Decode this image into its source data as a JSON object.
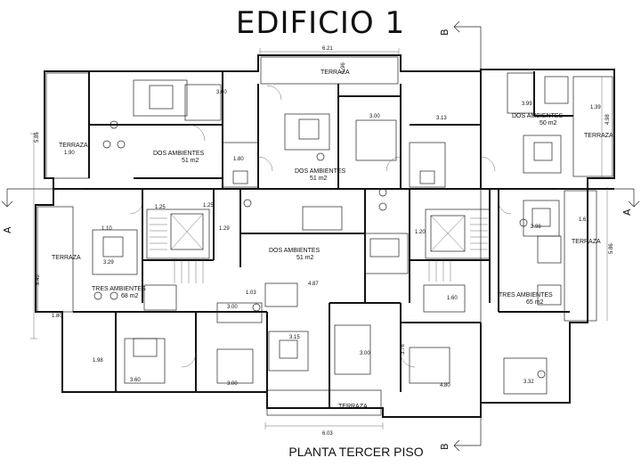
{
  "title": "EDIFICIO 1",
  "subtitle": "PLANTA TERCER PISO",
  "sections": {
    "a_left": "A",
    "a_right": "A",
    "b_top": "B",
    "b_bottom": "B"
  },
  "rooms": {
    "terraza_top": "TERRAZA",
    "terraza_left_top": "TERRAZA",
    "terraza_left_mid": "TERRAZA",
    "terraza_right_top": "TERRAZA",
    "terraza_right_mid": "TERRAZA",
    "terraza_bottom": "TERRAZA",
    "dos_amb_1": "DOS AMBIENTES",
    "dos_amb_1_area": "51 m2",
    "dos_amb_2": "DOS AMBIENTES",
    "dos_amb_2_area": "51 m2",
    "dos_amb_3": "DOS AMBIENTES",
    "dos_amb_3_area": "51 m2",
    "dos_amb_4": "DOS AMBIENTES",
    "dos_amb_4_area": "50 m2",
    "tres_amb_1": "TRES AMBIENTES",
    "tres_amb_1_area": "68 m2",
    "tres_amb_2": "TRES AMBIENTES",
    "tres_amb_2_area": "65 m2"
  },
  "dims": {
    "d621": "6.21",
    "d603": "6.03",
    "d360a": "3.60",
    "d360b": "3.60",
    "d300a": "3.00",
    "d300b": "3.00",
    "d300c": "3.00",
    "d300d": "3.00",
    "d313": "3.13",
    "d399": "3.99",
    "d190": "1.90",
    "d180a": "1.80",
    "d180b": "1.80",
    "d198": "1.98",
    "d487": "4.87",
    "d480": "4.80",
    "d315": "3.15",
    "d332": "3.32",
    "d125a": "1.25",
    "d125b": "1.25",
    "d129": "1.29",
    "d120": "1.20",
    "d161": "1.61",
    "d139": "1.39",
    "d103": "1.03",
    "d196": "1.96",
    "d585": "5.85",
    "d549": "5.49",
    "d586": "5.86",
    "d498": "4.98",
    "d376": "3.76",
    "d329": "3.29",
    "d298": "2.98",
    "d110": "1.10",
    "d160": "1.60"
  }
}
